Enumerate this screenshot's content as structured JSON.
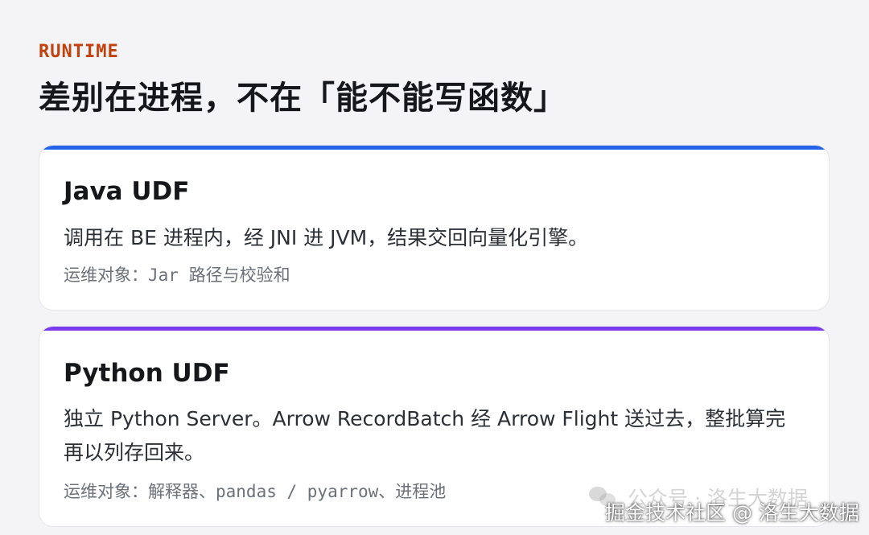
{
  "header": {
    "eyebrow": "RUNTIME",
    "title": "差别在进程，不在「能不能写函数」"
  },
  "colors": {
    "eyebrow": "#c2410c",
    "java_accent": "#2563eb",
    "python_accent": "#7c3aed"
  },
  "cards": [
    {
      "title": "Java UDF",
      "body": "调用在 BE 进程内，经 JNI 进 JVM，结果交回向量化引擎。",
      "ops_label": "运维对象：",
      "ops_value": "Jar 路径与校验和"
    },
    {
      "title": "Python UDF",
      "body": "独立 Python Server。Arrow RecordBatch 经 Arrow Flight 送过去，整批算完再以列存回来。",
      "ops_label": "运维对象：",
      "ops_value": "解释器、pandas / pyarrow、进程池"
    }
  ],
  "watermark": {
    "wechat_text": "公众号 · 洛生大数据",
    "juejin_text": "掘金技术社区 @ 洛生大数据",
    "icon": "wechat-icon"
  }
}
